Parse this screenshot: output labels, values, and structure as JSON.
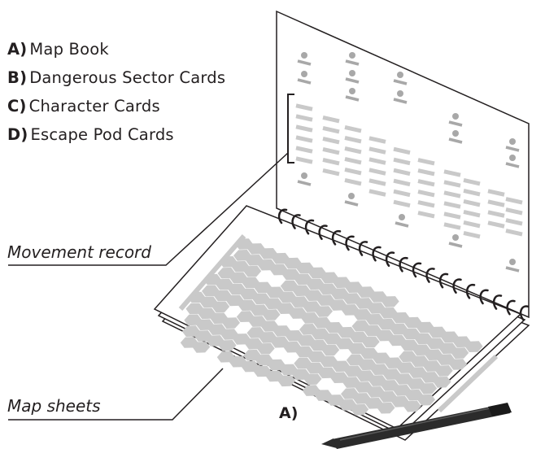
{
  "legend": {
    "items": [
      {
        "key": "A)",
        "label": "Map Book"
      },
      {
        "key": "B)",
        "label": "Dangerous Sector Cards"
      },
      {
        "key": "C)",
        "label": "Character Cards"
      },
      {
        "key": "D)",
        "label": "Escape Pod Cards"
      }
    ]
  },
  "callouts": {
    "movement_record": "Movement record",
    "map_sheets": "Map sheets"
  },
  "figure_tag": "A)",
  "colors": {
    "ink": "#231f20",
    "gray": "#c9c9c9",
    "dark_gray": "#a8a8a8",
    "pen": "#2b2b2b"
  }
}
